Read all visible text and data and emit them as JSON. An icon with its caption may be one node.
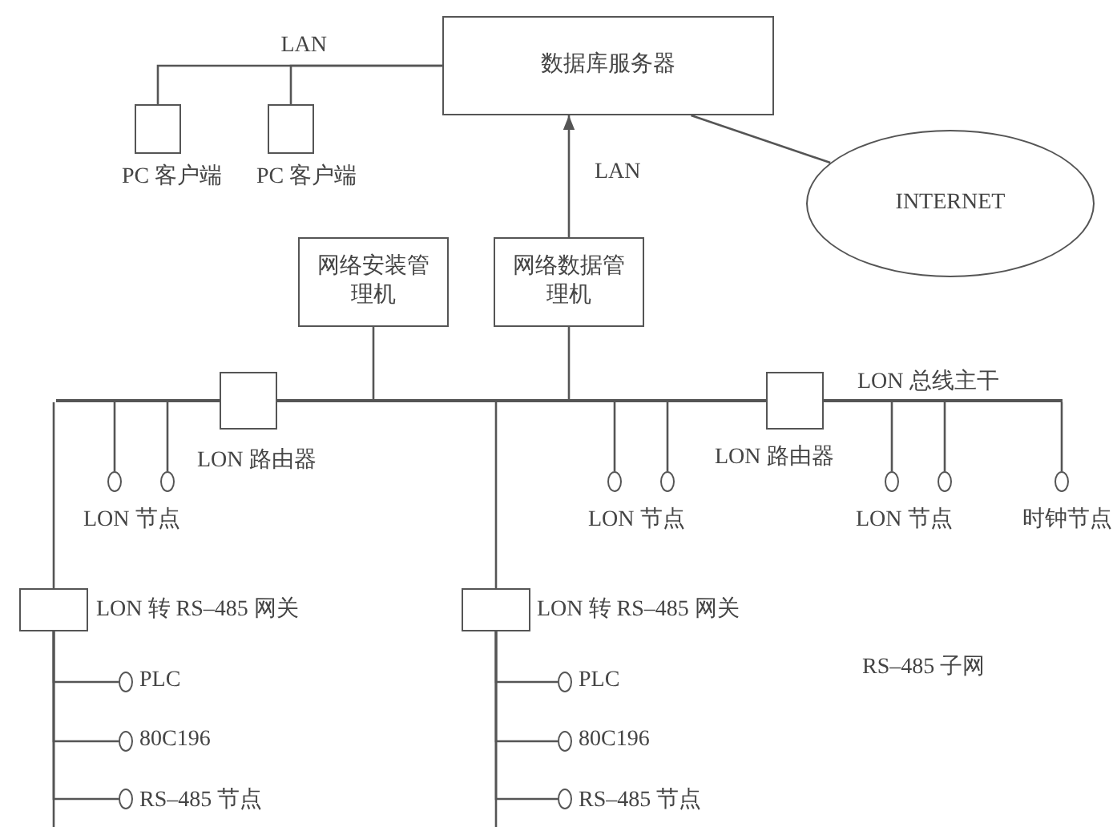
{
  "diagram": {
    "nodes": [
      {
        "text": [
          "数据库服务器"
        ]
      },
      {
        "text": [],
        "shape": "box",
        "beside": [
          "PC 客户端"
        ]
      },
      {
        "text": [],
        "shape": "box",
        "beside": [
          "PC 客户端"
        ]
      },
      {
        "text": [
          "INTERNET"
        ]
      },
      {
        "text": [
          "网络安装管理机"
        ]
      },
      {
        "text": [
          "网络数据管理机"
        ]
      },
      {
        "text": [],
        "shape": "bar",
        "beside": [
          "LON 总线主干"
        ]
      },
      {
        "text": [],
        "shape": "box",
        "beside": [
          "LON 路由器"
        ]
      },
      {
        "text": [],
        "shape": "box",
        "beside": [
          "LON 路由器"
        ]
      },
      {
        "text": [],
        "shape": "circle"
      },
      {
        "text": [],
        "shape": "circle"
      },
      {
        "text": [],
        "shape": "circle"
      },
      {
        "text": [],
        "shape": "circle"
      },
      {
        "text": [],
        "shape": "circle"
      },
      {
        "text": [],
        "shape": "circle"
      },
      {
        "text": [],
        "shape": "circle",
        "beside": [
          "时钟节点"
        ]
      },
      {
        "text": [],
        "shape": "box",
        "beside": [
          "LON 转 RS–485 网关"
        ]
      },
      {
        "text": [],
        "shape": "circle",
        "beside": [
          "PLC"
        ]
      },
      {
        "text": [],
        "shape": "circle",
        "beside": [
          "80C196"
        ]
      },
      {
        "text": [],
        "shape": "circle",
        "beside": [
          "RS–485 节点"
        ]
      },
      {
        "text": [],
        "shape": "box",
        "beside": [
          "LON 转 RS–485 网关"
        ]
      },
      {
        "text": [],
        "shape": "circle",
        "beside": [
          "PLC"
        ]
      },
      {
        "text": [],
        "shape": "circle",
        "beside": [
          "80C196"
        ]
      },
      {
        "text": [],
        "shape": "circle",
        "beside": [
          "RS–485 节点"
        ]
      }
    ],
    "edges": [
      {
        "from": 0,
        "to": 1,
        "arrow": "none",
        "label": "LAN"
      },
      {
        "from": 0,
        "to": 2,
        "arrow": "none"
      },
      {
        "from": 0,
        "to": 3,
        "arrow": "none"
      },
      {
        "from": 5,
        "to": 0,
        "arrow": "to",
        "label": "LAN"
      },
      {
        "from": 4,
        "to": 6,
        "arrow": "none"
      },
      {
        "from": 5,
        "to": 6,
        "arrow": "none"
      },
      {
        "from": 6,
        "to": 9,
        "arrow": "none"
      },
      {
        "from": 6,
        "to": 10,
        "arrow": "none"
      },
      {
        "from": 6,
        "to": 11,
        "arrow": "none"
      },
      {
        "from": 6,
        "to": 12,
        "arrow": "none"
      },
      {
        "from": 6,
        "to": 13,
        "arrow": "none"
      },
      {
        "from": 6,
        "to": 14,
        "arrow": "none"
      },
      {
        "from": 6,
        "to": 15,
        "arrow": "none"
      },
      {
        "from": 6,
        "to": 16,
        "arrow": "none"
      },
      {
        "from": 6,
        "to": 20,
        "arrow": "none"
      },
      {
        "from": 16,
        "to": 17,
        "arrow": "none"
      },
      {
        "from": 16,
        "to": 18,
        "arrow": "none"
      },
      {
        "from": 16,
        "to": 19,
        "arrow": "none"
      },
      {
        "from": 20,
        "to": 21,
        "arrow": "none"
      },
      {
        "from": 20,
        "to": 22,
        "arrow": "none"
      },
      {
        "from": 20,
        "to": 23,
        "arrow": "none"
      }
    ],
    "labels": [
      "LON 节点",
      "LON 节点",
      "LON 节点",
      "RS–485 子网"
    ]
  }
}
